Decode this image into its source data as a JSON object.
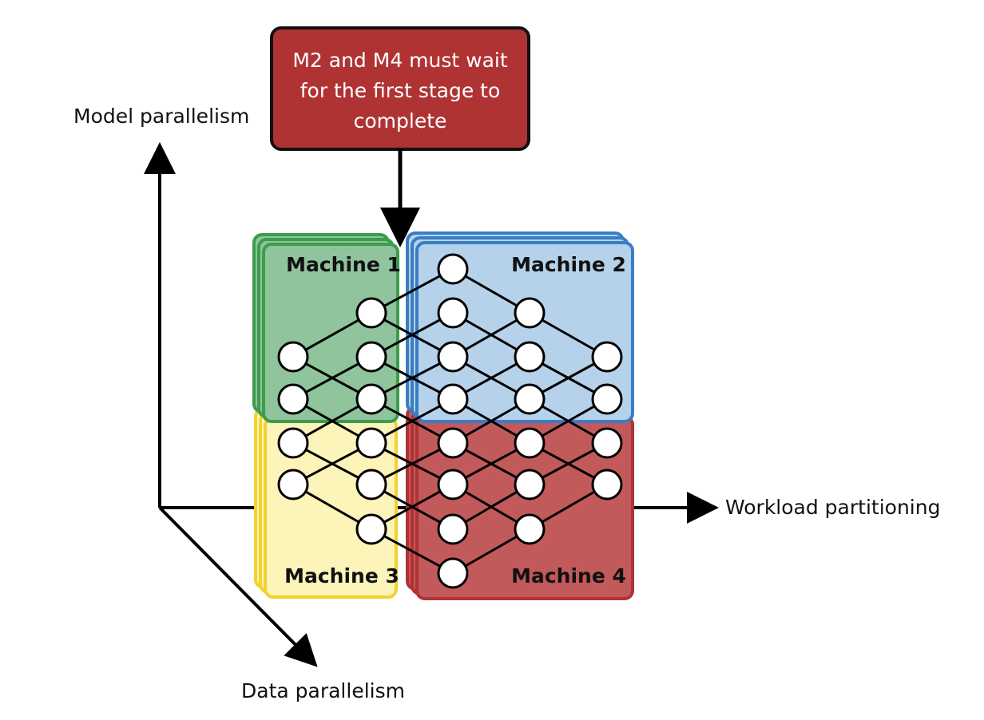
{
  "callout": {
    "lines": [
      "M2 and M4 must wait",
      "for the first stage to",
      "complete"
    ],
    "color": "#b03334"
  },
  "axes": {
    "model": "Model parallelism",
    "workload": "Workload partitioning",
    "data": "Data parallelism"
  },
  "machines": [
    {
      "label": "Machine 1",
      "fill": "#8fc49c",
      "stroke": "#3d9c4c"
    },
    {
      "label": "Machine 2",
      "fill": "#b5d2ea",
      "stroke": "#3a7dc4"
    },
    {
      "label": "Machine 3",
      "fill": "#fcf4b9",
      "stroke": "#f2d22e"
    },
    {
      "label": "Machine 4",
      "fill": "#c25a5c",
      "stroke": "#b03334"
    }
  ]
}
